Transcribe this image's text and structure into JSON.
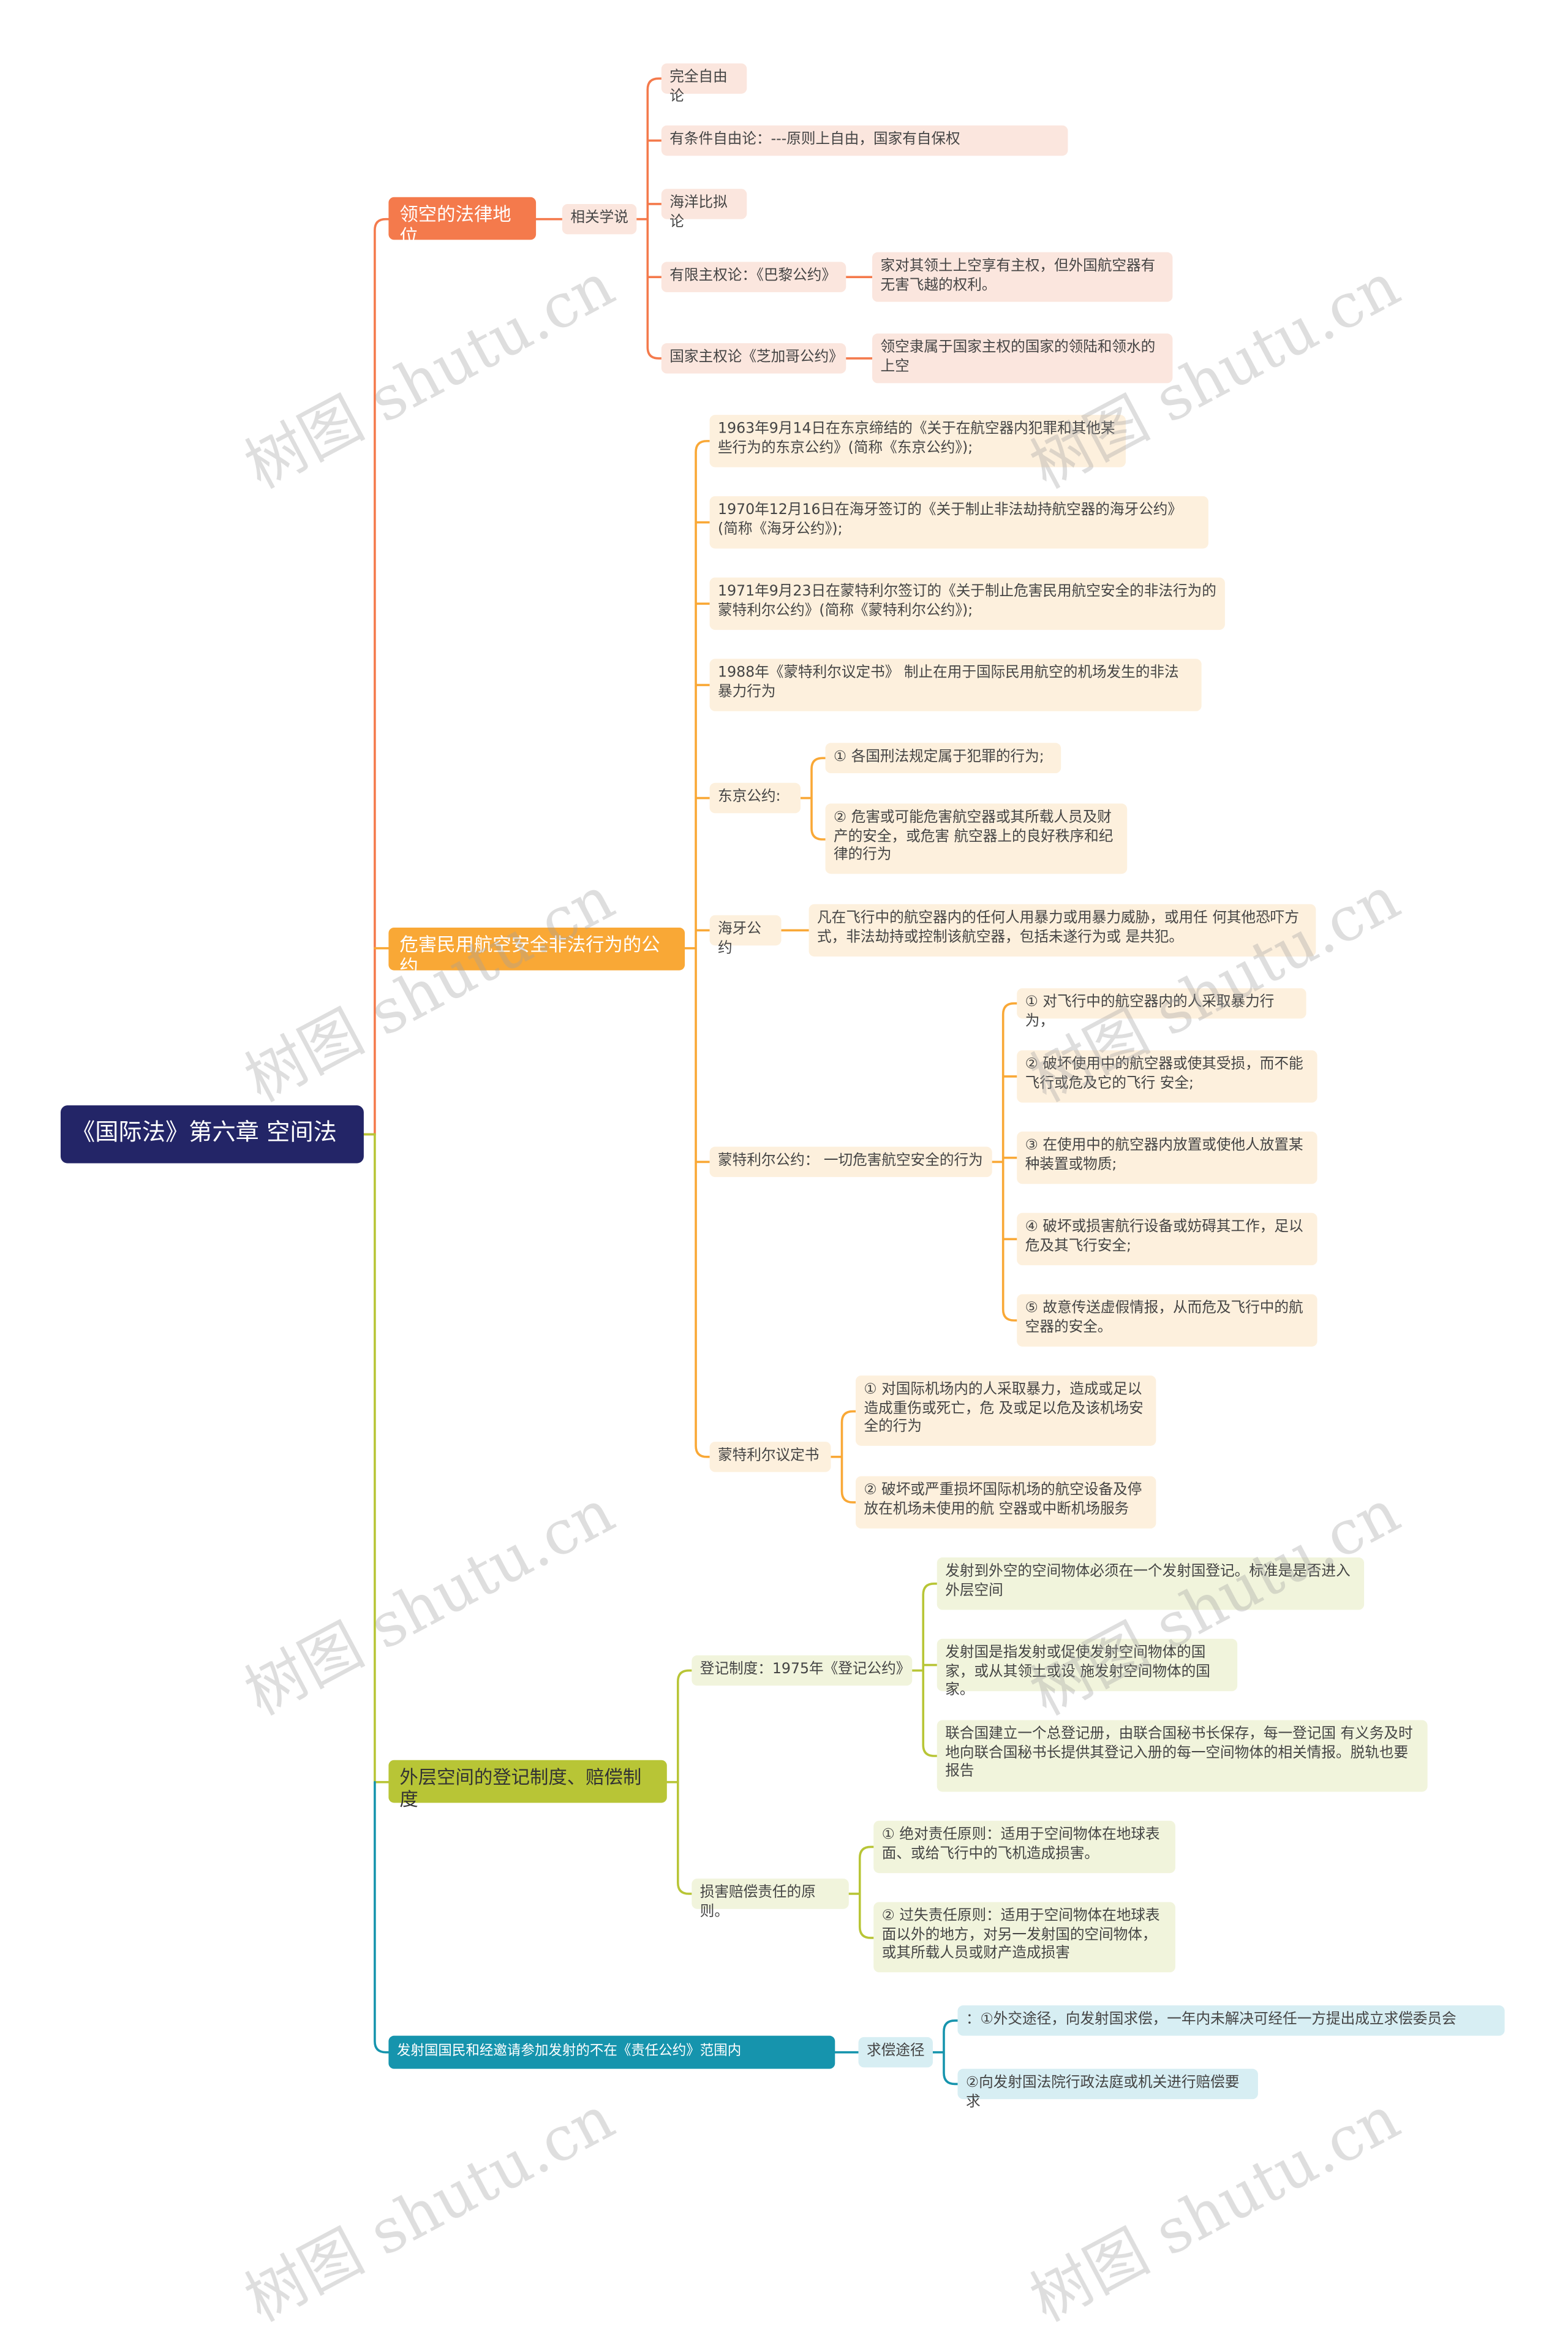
{
  "root": "《国际法》第六章 空间法",
  "colors": {
    "root": "#232567",
    "branch1": "#f47a4c",
    "branch2": "#f9a836",
    "branch3": "#b8c536",
    "branch4": "#1694ad"
  },
  "watermark": "树图 shutu.cn",
  "b1": {
    "title": "领空的法律地位",
    "related": "相关学说",
    "items": [
      "完全自由论",
      "有条件自由论：---原则上自由，国家有自保权",
      "海洋比拟论",
      "有限主权论：《巴黎公约》",
      "国家主权论《芝加哥公约》"
    ],
    "limited_note": "家对其领土上空享有主权，但外国航空器有无害飞越的权利。",
    "sovereign_note": "领空隶属于国家主权的国家的领陆和领水的上空"
  },
  "b2": {
    "title": "危害民用航空安全非法行为的公约",
    "conv1": "1963年9月14日在东京缔结的《关于在航空器内犯罪和其他某些行为的东京公约》(简称《东京公约》);",
    "conv2": "1970年12月16日在海牙签订的《关于制止非法劫持航空器的海牙公约》(简称《海牙公约》);",
    "conv3": "1971年9月23日在蒙特利尔签订的《关于制止危害民用航空安全的非法行为的蒙特利尔公约》(简称《蒙特利尔公约》);",
    "conv4": "1988年《蒙特利尔议定书》 制止在用于国际民用航空的机场发生的非法暴力行为",
    "tokyo": "东京公约:",
    "tokyo_items": [
      "① 各国刑法规定属于犯罪的行为;",
      "② 危害或可能危害航空器或其所载人员及财产的安全，或危害 航空器上的良好秩序和纪律的行为"
    ],
    "hague": "海牙公约",
    "hague_note": "凡在飞行中的航空器内的任何人用暴力或用暴力威胁，或用任 何其他恐吓方式，非法劫持或控制该航空器，包括未遂行为或 是共犯。",
    "montreal": "蒙特利尔公约： 一切危害航空安全的行为",
    "montreal_items": [
      "① 对飞行中的航空器内的人采取暴力行为，",
      "② 破坏使用中的航空器或使其受损，而不能飞行或危及它的飞行 安全;",
      "③ 在使用中的航空器内放置或使他人放置某种装置或物质;",
      "④ 破坏或损害航行设备或妨碍其工作，足以危及其飞行安全;",
      "⑤ 故意传送虚假情报，从而危及飞行中的航空器的安全。"
    ],
    "protocol": "蒙特利尔议定书",
    "protocol_items": [
      "① 对国际机场内的人采取暴力，造成或足以造成重伤或死亡，危 及或足以危及该机场安全的行为",
      "② 破坏或严重损坏国际机场的航空设备及停放在机场未使用的航 空器或中断机场服务"
    ]
  },
  "b3": {
    "title": "外层空间的登记制度、赔偿制度",
    "reg": "登记制度：1975年《登记公约》",
    "reg_items": [
      "发射到外空的空间物体必须在一个发射国登记。标准是是否进入外层空间",
      "发射国是指发射或促使发射空间物体的国家，或从其领土或设 施发射空间物体的国家。",
      "联合国建立一个总登记册，由联合国秘书长保存，每一登记国 有义务及时地向联合国秘书长提供其登记入册的每一空间物体的相关情报。脱轨也要报告"
    ],
    "comp": "损害赔偿责任的原则。",
    "comp_items": [
      "① 绝对责任原则：适用于空间物体在地球表面、或给飞行中的飞机造成损害。",
      "② 过失责任原则：适用于空间物体在地球表面以外的地方，对另一发射国的空间物体，或其所载人员或财产造成损害"
    ]
  },
  "b4": {
    "title": "发射国国民和经邀请参加发射的不在《责任公约》范围内",
    "claim": "求偿途径",
    "claim_items": [
      "：①外交途径，向发射国求偿，一年内未解决可经任一方提出成立求偿委员会",
      "②向发射国法院行政法庭或机关进行赔偿要求"
    ]
  }
}
